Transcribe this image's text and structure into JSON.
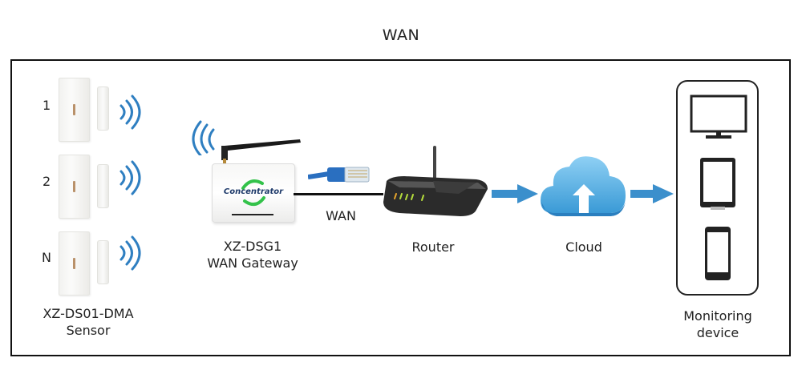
{
  "title": "WAN",
  "sensors": {
    "items": [
      {
        "label": "1"
      },
      {
        "label": "2"
      },
      {
        "label": "N"
      }
    ],
    "caption_line1": "XZ-DS01-DMA",
    "caption_line2": "Sensor"
  },
  "gateway": {
    "device_text": "Concentrator",
    "caption_line1": "XZ-DSG1",
    "caption_line2": "WAN Gateway"
  },
  "link_label": "WAN",
  "router": {
    "caption": "Router"
  },
  "cloud": {
    "caption": "Cloud"
  },
  "monitoring": {
    "caption_line1": "Monitoring",
    "caption_line2": "device",
    "devices": [
      "monitor",
      "tablet",
      "phone"
    ]
  },
  "colors": {
    "signal_blue": "#2f7fc1",
    "arrow_blue": "#3b8fcc",
    "cloud_blue": "#5fb4e8",
    "cable_blue": "#2a6fc0",
    "logo_green": "#33c24a",
    "frame": "#111111"
  }
}
